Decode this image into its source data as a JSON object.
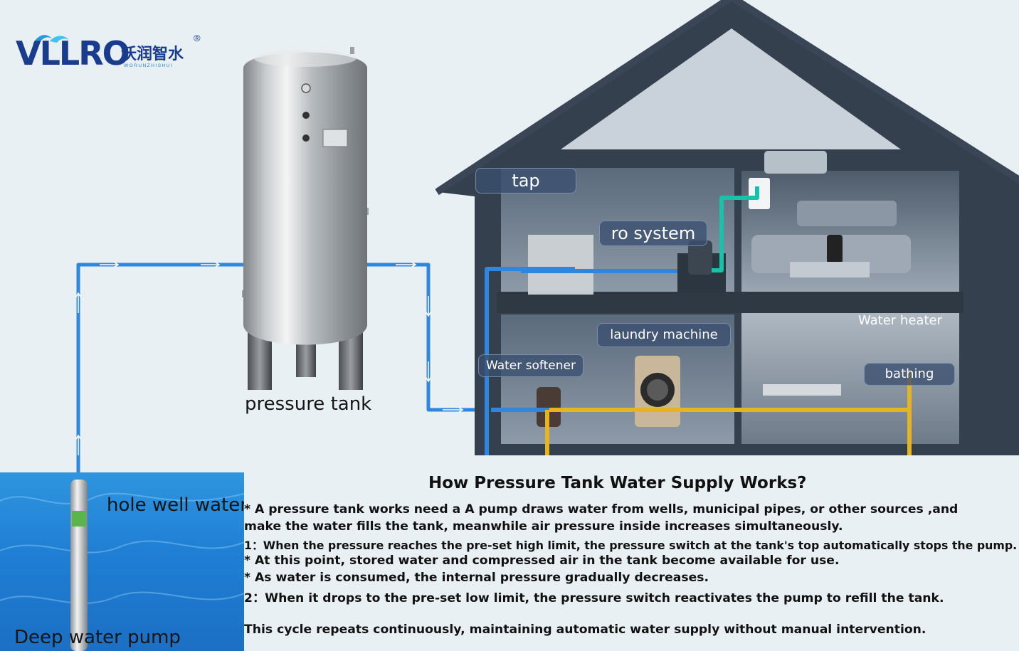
{
  "logo": {
    "wordmark": "VLLRO",
    "chinese_name": "沃润智水",
    "pinyin": "WORUNZHISHUI",
    "registered_mark": "®"
  },
  "colors": {
    "pipe_blue": "#2e86de",
    "pipe_teal": "#16c2a8",
    "pipe_yellow": "#e6b422",
    "house_dark": "#34404d",
    "water_blue": "#1f7fd4"
  },
  "labels": {
    "pressure_tank": "pressure tank",
    "hole_well_water": "hole well water",
    "deep_water_pump": "Deep water pump"
  },
  "house": {
    "tap": "tap",
    "ro_system": "ro system",
    "laundry_machine": "laundry machine",
    "water_softener": "Water softener",
    "water_heater": "Water heater",
    "bathing": "bathing"
  },
  "info": {
    "title": "How Pressure Tank Water Supply Works?",
    "lines": [
      "* A pressure tank works need a A pump draws water from wells, municipal pipes, or other sources ,and",
      "   make the water fills the tank, meanwhile air pressure inside increases simultaneously.",
      "1：When the pressure reaches the pre-set high limit, the pressure switch at the tank's top automatically stops the pump.",
      "  * At this point, stored water and compressed air in the tank become available for use.",
      "  * As water is consumed, the internal pressure gradually decreases.",
      "2：When it drops to the pre-set low limit, the pressure switch reactivates the pump to refill the tank.",
      "",
      "This cycle repeats continuously, maintaining automatic water supply without manual intervention."
    ]
  }
}
